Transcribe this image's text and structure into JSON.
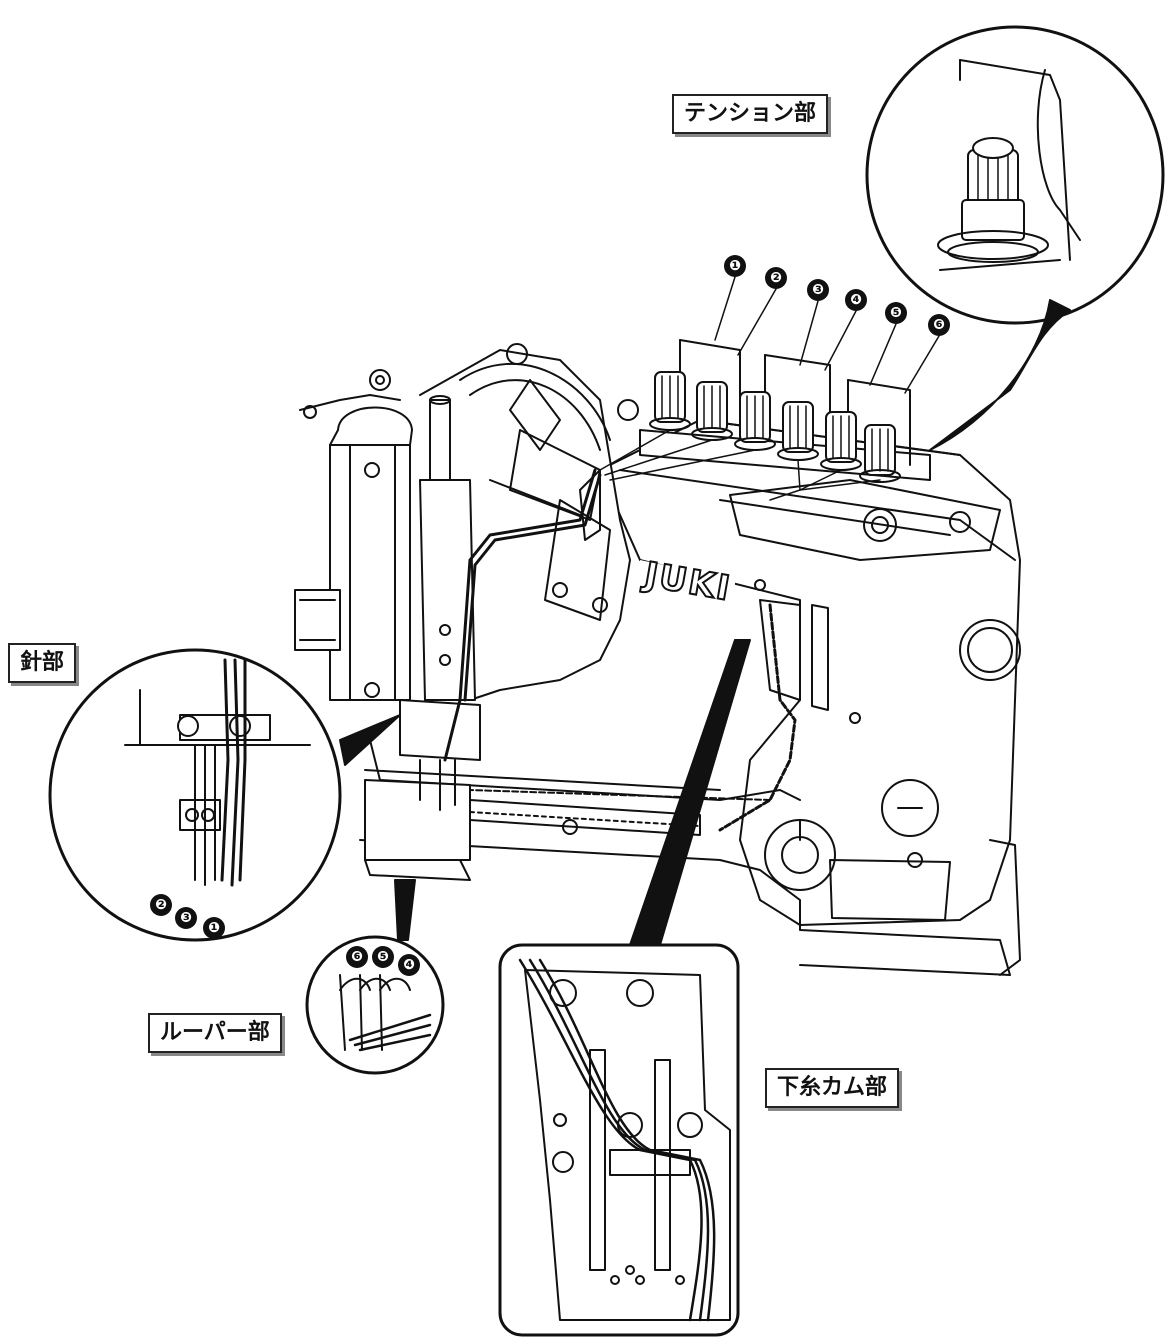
{
  "labels": {
    "tension": "テンション部",
    "needle": "針部",
    "looper": "ルーパー部",
    "lower_cam": "下糸カム部"
  },
  "brand_logo": "JUKI",
  "callouts": {
    "tension_guides": [
      "❶",
      "❷",
      "❸",
      "❹",
      "❺",
      "❻"
    ],
    "needle": [
      "❷",
      "❸",
      "❶"
    ],
    "looper": [
      "❻",
      "❺",
      "❹"
    ]
  },
  "colors": {
    "ink": "#111111",
    "paper": "#ffffff",
    "shadow": "#888888"
  }
}
